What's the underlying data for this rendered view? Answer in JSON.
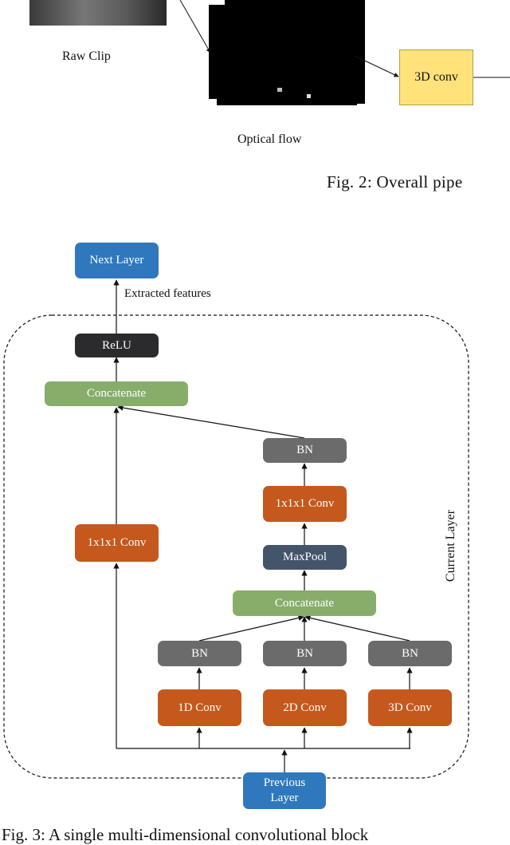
{
  "fig2": {
    "raw_clip_label": "Raw Clip",
    "optical_flow_label": "Optical flow",
    "conv3d_label": "3D conv",
    "caption": "Fig. 2: Overall pipe"
  },
  "fig3": {
    "next_layer": "Next Layer",
    "extracted_features": "Extracted features",
    "relu": "ReLU",
    "concat_top": "Concatenate",
    "bn_top": "BN",
    "conv1x1_right": "1x1x1 Conv",
    "maxpool": "MaxPool",
    "concat_mid": "Concatenate",
    "bn_1": "BN",
    "bn_2": "BN",
    "bn_3": "BN",
    "conv1d": "1D Conv",
    "conv2d": "2D Conv",
    "conv3d": "3D Conv",
    "conv1x1_left": "1x1x1 Conv",
    "previous_layer": "Previous\nLayer",
    "current_layer": "Current Layer",
    "caption": "Fig. 3: A single multi-dimensional convolutional block"
  }
}
